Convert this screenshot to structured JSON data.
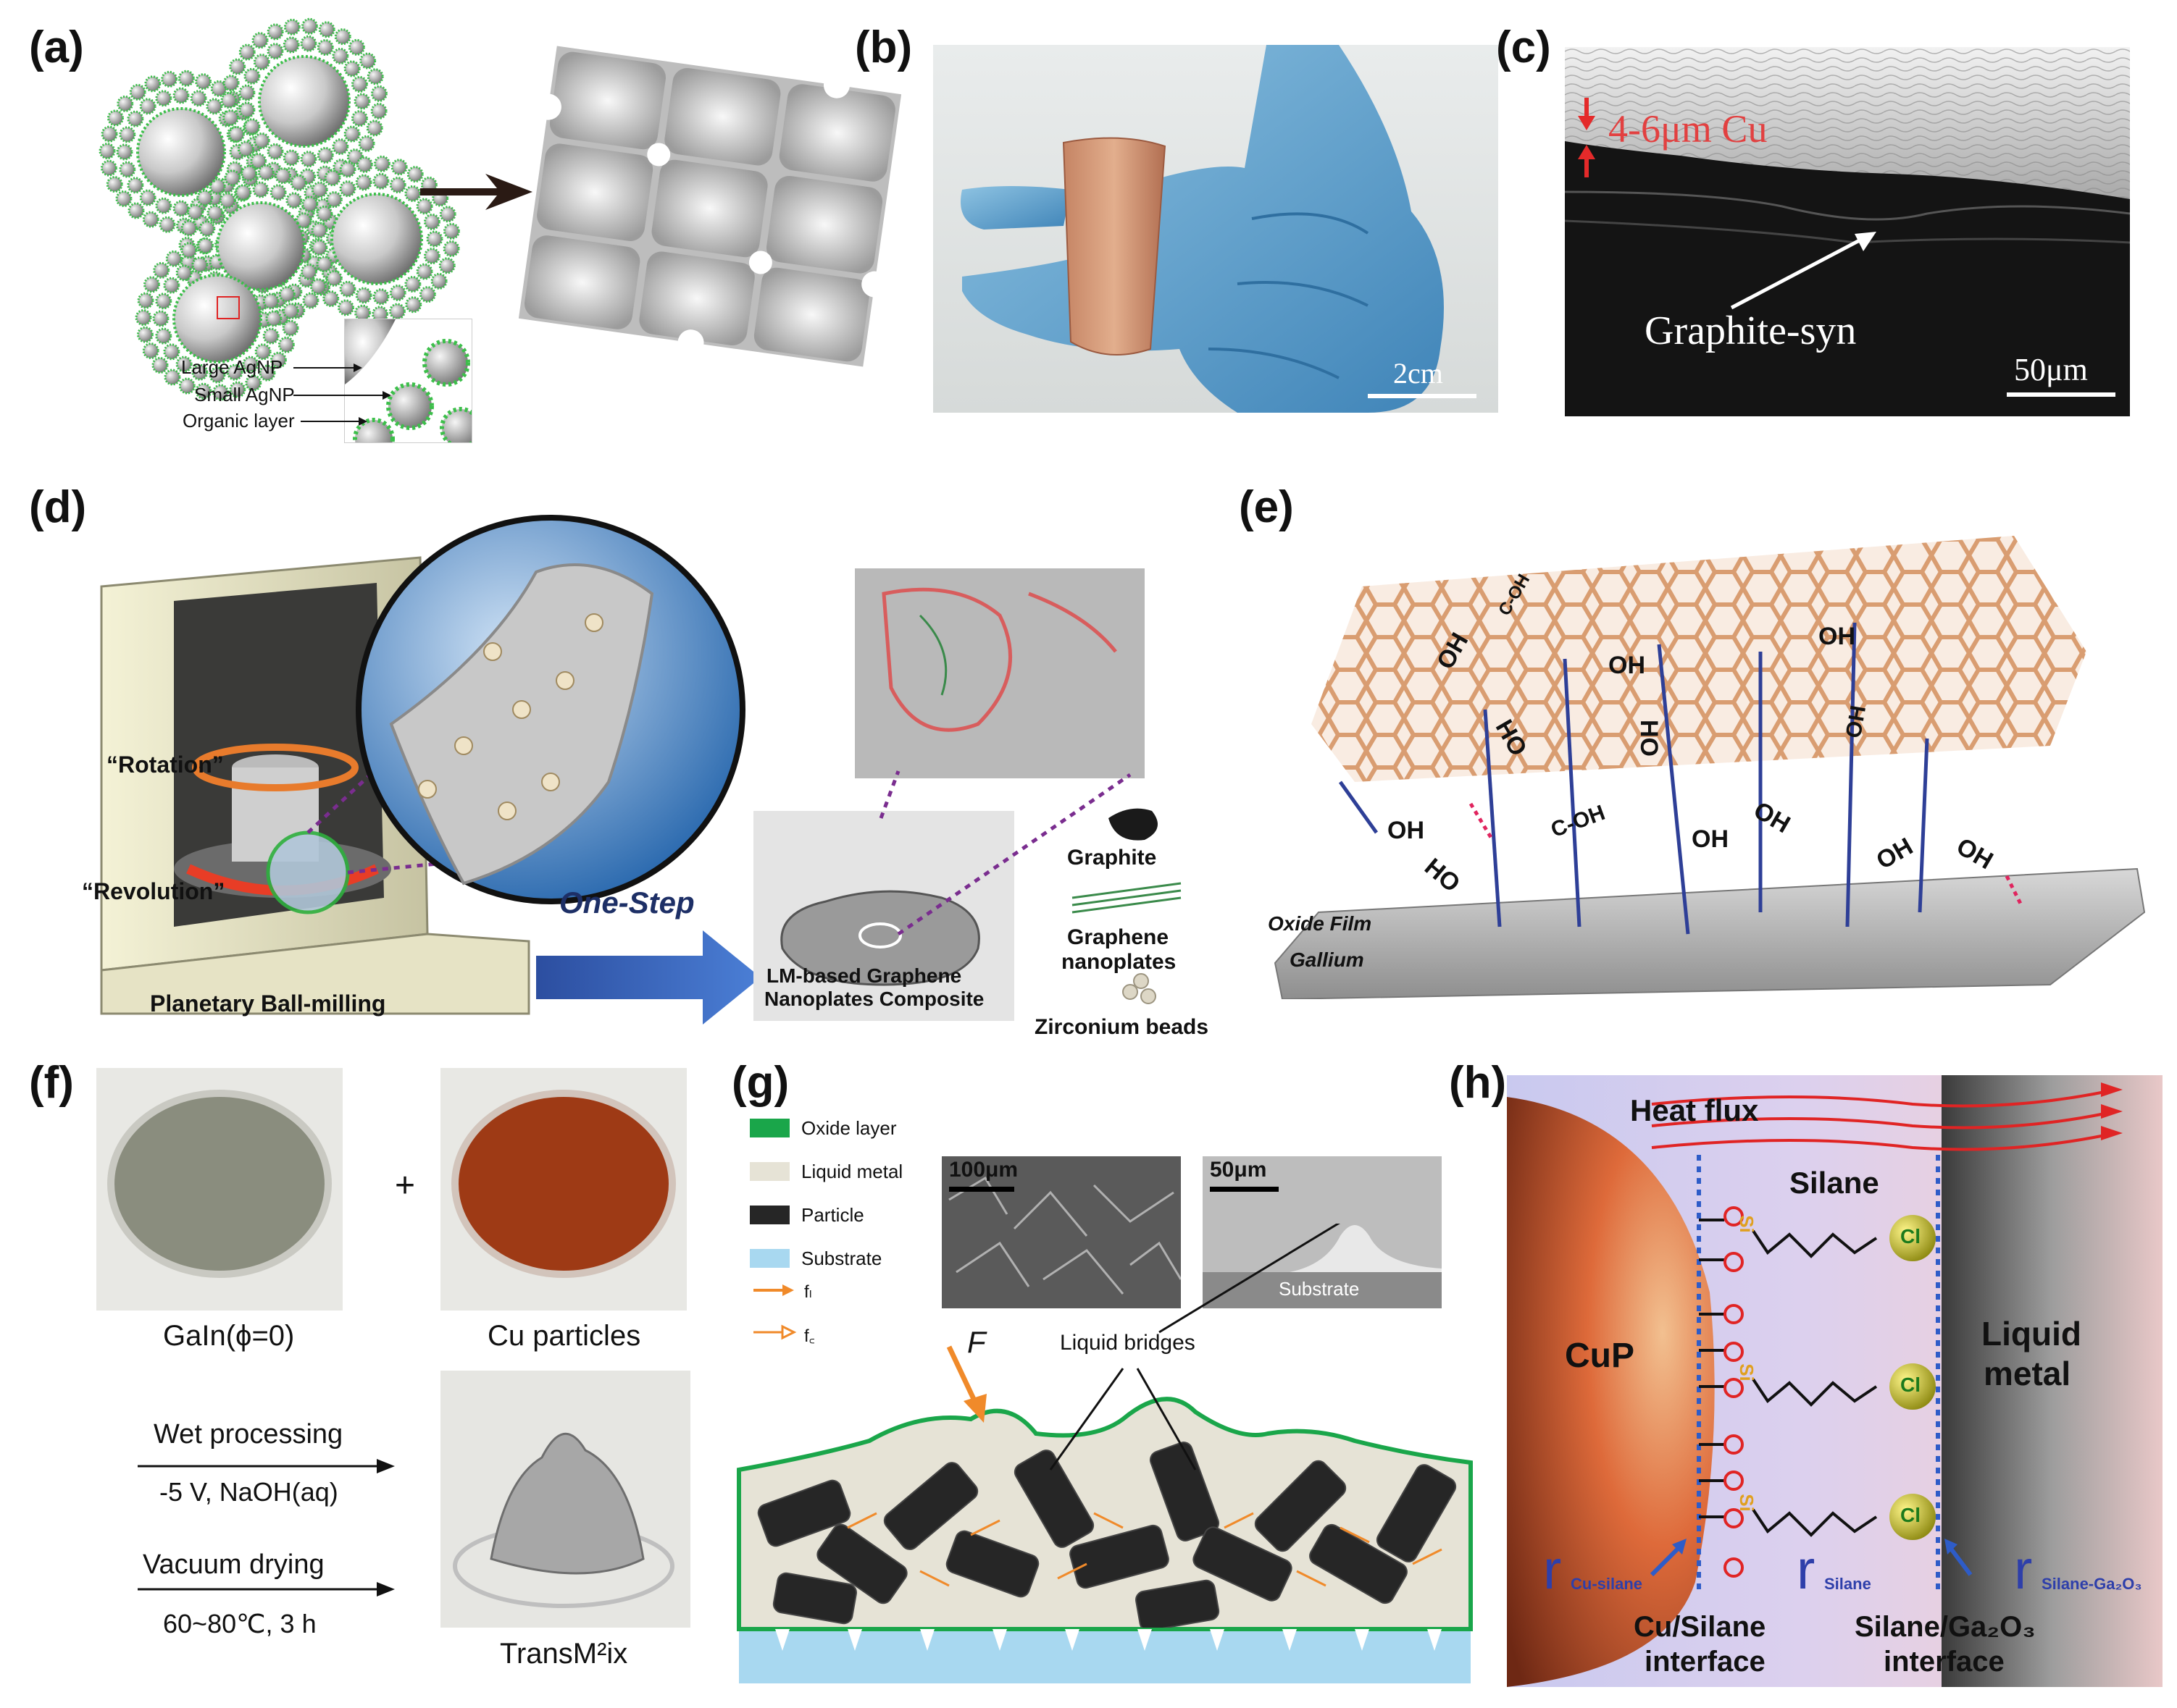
{
  "panels": {
    "a": {
      "label": "(a)",
      "legend": [
        "Large AgNP",
        "Small AgNP",
        "Organic layer"
      ]
    },
    "b": {
      "label": "(b)",
      "scale": "2cm"
    },
    "c": {
      "label": "(c)",
      "cu_label": "4-6μm Cu",
      "graphite_label": "Graphite-syn",
      "scale": "50μm"
    },
    "d": {
      "label": "(d)",
      "rotation": "“Rotation”",
      "revolution": "“Revolution”",
      "machine_caption": "Planetary Ball-milling",
      "arrow_label": "One-Step",
      "product_caption_1": "LM-based Graphene",
      "product_caption_2": "Nanoplates Composite",
      "items": [
        "Graphite",
        "Graphene",
        "nanoplates",
        "Zirconium beads"
      ]
    },
    "e": {
      "label": "(e)",
      "groups": [
        "C-OH",
        "OH",
        "HO",
        "OH",
        "HO",
        "OH",
        "OH",
        "OH",
        "HO",
        "OH",
        "C-OH",
        "OH",
        "OH",
        "OH",
        "OH"
      ],
      "oxide_film": "Oxide Film",
      "gallium": "Gallium"
    },
    "f": {
      "label": "(f)",
      "plus": "+",
      "left_caption": "GaIn(ϕ=0)",
      "right_caption": "Cu particles",
      "step1_top": "Wet processing",
      "step1_bottom": "-5 V, NaOH(aq)",
      "step2_top": "Vacuum drying",
      "step2_bottom": "60~80℃, 3 h",
      "product_caption": "TransM²ix"
    },
    "g": {
      "label": "(g)",
      "legend": [
        {
          "text": "Oxide layer",
          "color": "#1aa64a"
        },
        {
          "text": "Liquid metal",
          "color": "#e6e3d6"
        },
        {
          "text": "Particle",
          "color": "#262626"
        },
        {
          "text": "Substrate",
          "color": "#a8d8f0"
        }
      ],
      "force_legend": [
        "fₗ",
        "f꜀"
      ],
      "sem1_scale": "100μm",
      "sem2_scale": "50μm",
      "sem2_substrate": "Substrate",
      "force": "F",
      "bridges": "Liquid bridges"
    },
    "h": {
      "label": "(h)",
      "heat_flux": "Heat flux",
      "silane": "Silane",
      "cup": "CuP",
      "liquid_metal_1": "Liquid",
      "liquid_metal_2": "metal",
      "si": "Si",
      "cl": "Cl",
      "r": "r",
      "r_cu_sub": "Cu-silane",
      "r_silane_sub": "Silane",
      "r_ga_sub": "Silane-Ga₂O₃",
      "if1_1": "Cu/Silane",
      "if1_2": "interface",
      "if2_1": "Silane/Ga₂O₃",
      "if2_2": "interface"
    }
  }
}
